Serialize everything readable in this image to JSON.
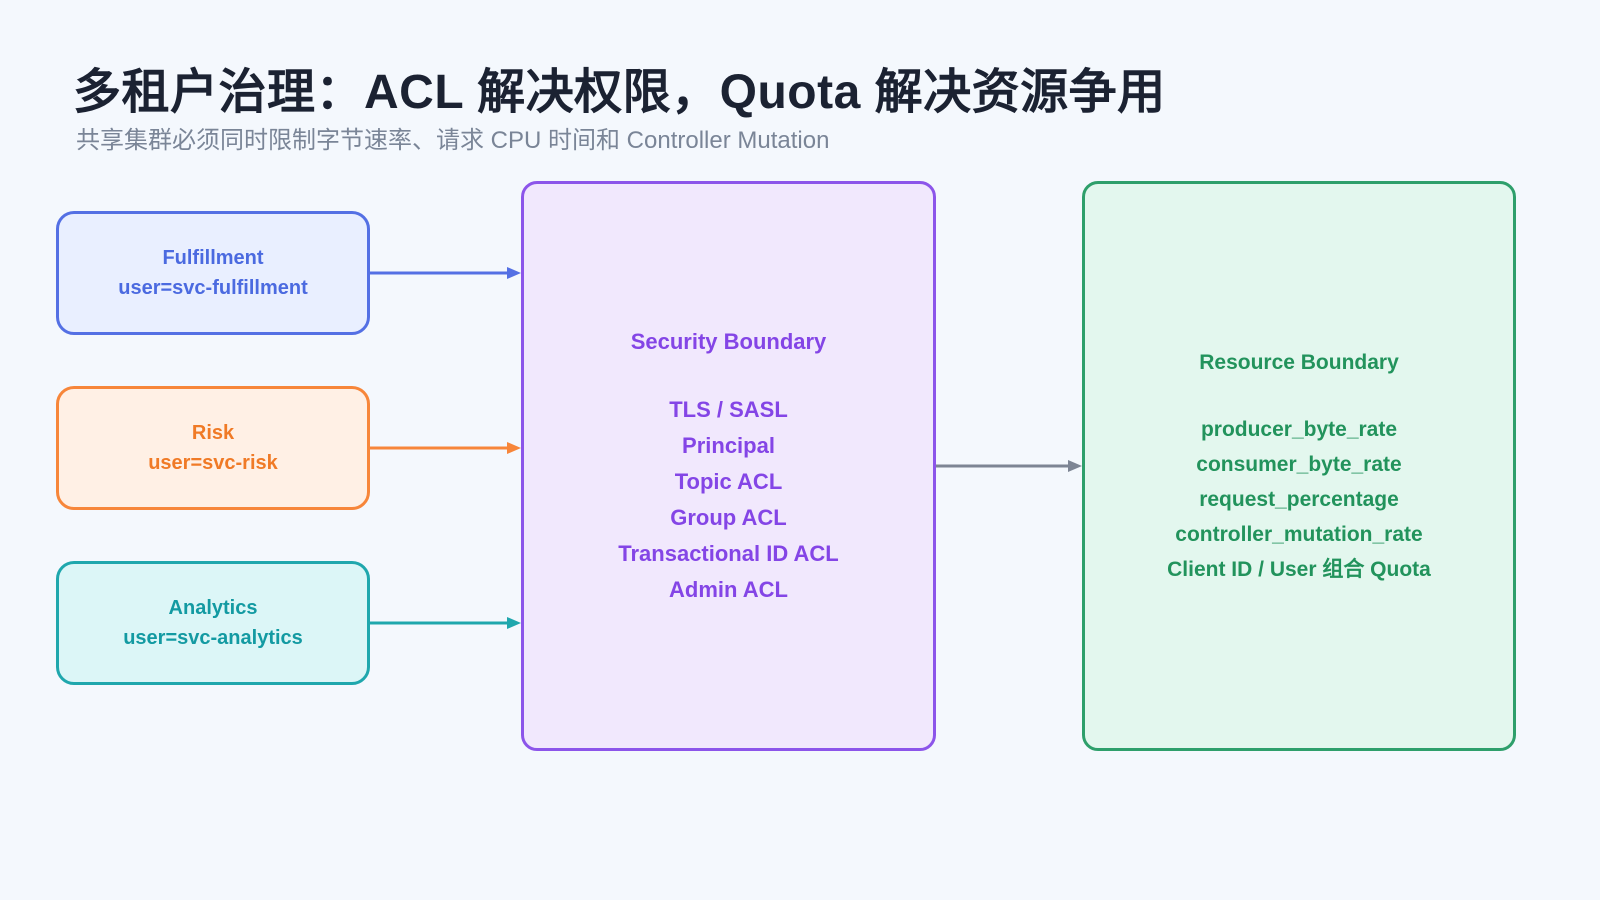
{
  "header": {
    "title": "多租户治理：ACL 解决权限，Quota 解决资源争用",
    "subtitle": "共享集群必须同时限制字节速率、请求 CPU 时间和 Controller Mutation"
  },
  "tenants": [
    {
      "name": "Fulfillment",
      "user": "user=svc-fulfillment"
    },
    {
      "name": "Risk",
      "user": "user=svc-risk"
    },
    {
      "name": "Analytics",
      "user": "user=svc-analytics"
    }
  ],
  "security": {
    "title": "Security Boundary",
    "items": [
      "TLS / SASL",
      "Principal",
      "Topic ACL",
      "Group ACL",
      "Transactional ID ACL",
      "Admin ACL"
    ]
  },
  "resource": {
    "title": "Resource Boundary",
    "items": [
      "producer_byte_rate",
      "consumer_byte_rate",
      "request_percentage",
      "controller_mutation_rate",
      "Client ID / User 组合 Quota"
    ]
  },
  "colors": {
    "fulfillment": "#5470e4",
    "risk": "#f7863a",
    "analytics": "#1fa7ad",
    "security": "#8c55ea",
    "resource": "#2e9f6b",
    "connector": "#7d8594"
  }
}
